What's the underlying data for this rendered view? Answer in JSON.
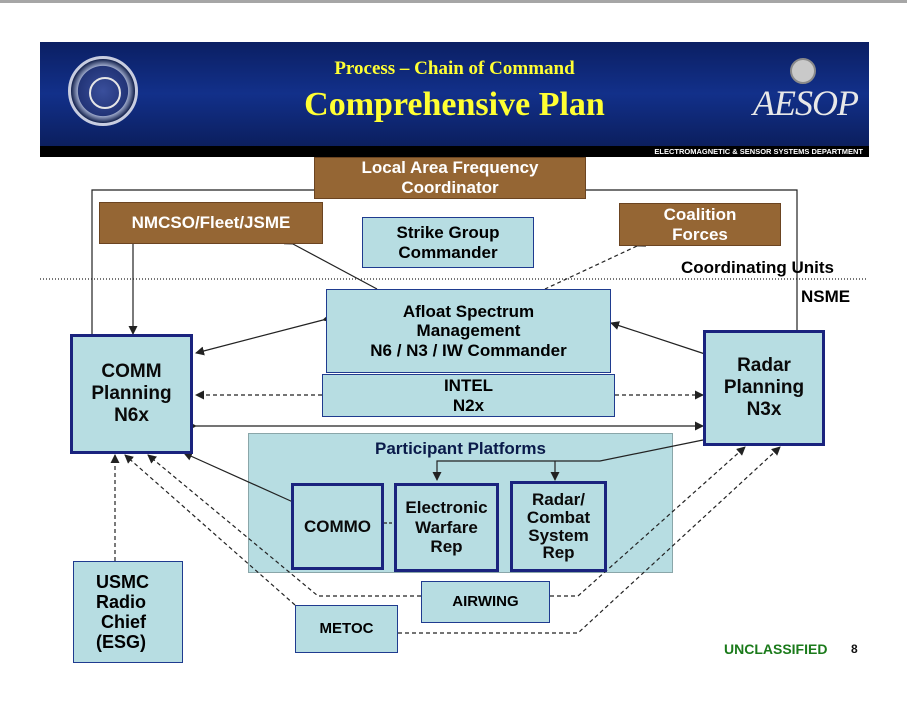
{
  "banner": {
    "subtitle": "Process – Chain of Command",
    "title": "Comprehensive Plan",
    "department": "ELECTROMAGNETIC & SENSOR SYSTEMS DEPARTMENT",
    "logo_text": "AESOP",
    "seal_icon": "department-seal-icon",
    "logo_icon": "satellite-dish-icon"
  },
  "boxes": {
    "local_area": "Local Area Frequency\nCoordinator",
    "nmcso": "NMCSO/Fleet/JSME",
    "strike_group": "Strike Group\nCommander",
    "coalition": "Coalition\nForces",
    "afloat": "Afloat Spectrum\nManagement\nN6 / N3 / IW Commander",
    "intel": "INTEL\nN2x",
    "comm_planning": "COMM\nPlanning\nN6x",
    "radar_planning": "Radar\nPlanning\nN3x",
    "participant_platforms": "Participant Platforms",
    "commo": "COMMO",
    "ew_rep": "Electronic\nWarfare\nRep",
    "radar_combat": "Radar/\nCombat\nSystem\nRep",
    "usmc": "USMC\nRadio\n Chief\n(ESG)",
    "airwing": "AIRWING",
    "metoc": "METOC"
  },
  "labels": {
    "coordinating_units": "Coordinating Units",
    "nsme": "NSME",
    "classification": "UNCLASSIFIED",
    "page_number": "8"
  },
  "colors": {
    "banner": "#12308a",
    "title_yellow": "#ffff33",
    "brown_box": "#956634",
    "light_box": "#b7dde2",
    "dark_border": "#1a237e",
    "classification_green": "#1a7a1a"
  }
}
